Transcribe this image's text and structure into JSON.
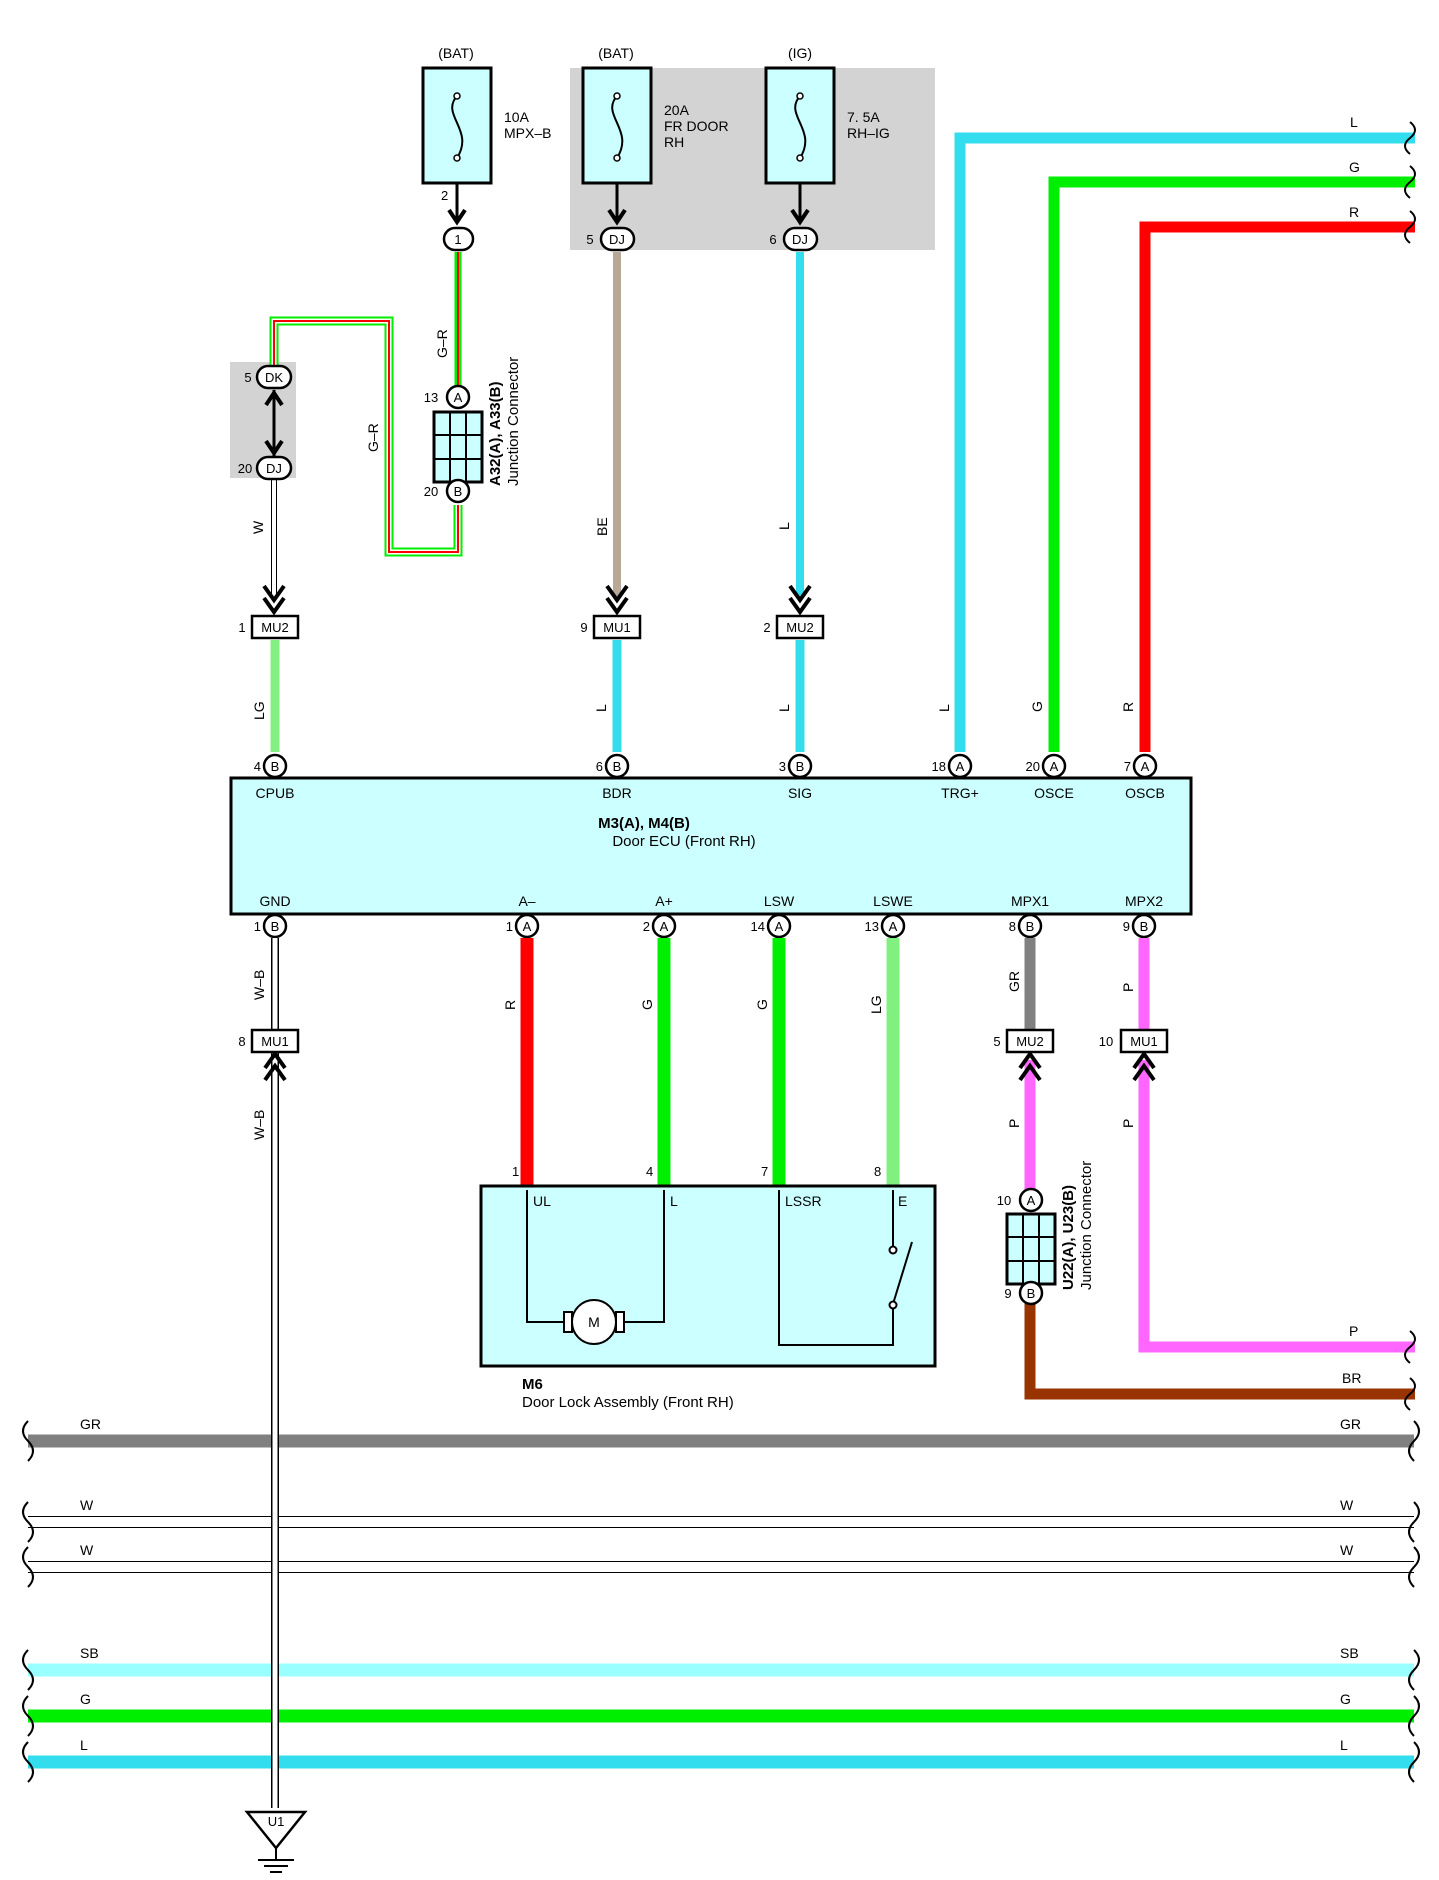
{
  "fuses": {
    "mpxb": {
      "supply": "(BAT)",
      "rating": "10A",
      "name": "MPX–B",
      "pin": "2",
      "conn_pin": "1",
      "conn": "1"
    },
    "frdoor": {
      "supply": "(BAT)",
      "rating": "20A",
      "name1": "FR DOOR",
      "name2": "RH",
      "pin": "5",
      "conn": "DJ"
    },
    "rhig": {
      "supply": "(IG)",
      "rating": "7. 5A",
      "name": "RH–IG",
      "pin": "6",
      "conn": "DJ"
    }
  },
  "junction_a32": {
    "name": "A32(A), A33(B)",
    "desc": "Junction Connector",
    "pin_top": "13",
    "letter_top": "A",
    "pin_bottom": "20",
    "letter_bottom": "B"
  },
  "junction_u22": {
    "name": "U22(A), U23(B)",
    "desc": "Junction Connector",
    "pin_top": "10",
    "letter_top": "A",
    "pin_bottom": "9",
    "letter_bottom": "B"
  },
  "dk_dj": {
    "pin_top": "5",
    "conn_top": "DK",
    "pin_bottom": "20",
    "conn_bottom": "DJ"
  },
  "connectors": {
    "mu2_cpub": {
      "pin": "1",
      "label": "MU2"
    },
    "mu1_bdr": {
      "pin": "9",
      "label": "MU1"
    },
    "mu2_sig": {
      "pin": "2",
      "label": "MU2"
    },
    "mu1_gnd": {
      "pin": "8",
      "label": "MU1"
    },
    "mu2_mpx1": {
      "pin": "5",
      "label": "MU2"
    },
    "mu1_mpx2": {
      "pin": "10",
      "label": "MU1"
    }
  },
  "wire_labels": {
    "gr_a": "G–R",
    "gr_b": "G–R",
    "w": "W",
    "be": "BE",
    "l_sig": "L",
    "lg_cpub": "LG",
    "l_bdr": "L",
    "l_sig2": "L",
    "l_trg": "L",
    "g_osce": "G",
    "r_oscb": "R",
    "wb_1": "W–B",
    "wb_2": "W–B",
    "r_am": "R",
    "g_ap": "G",
    "g_lsw": "G",
    "lg_lswe": "LG",
    "gr_mpx1": "GR",
    "p_mpx2": "P",
    "p_mpx1b": "P",
    "p_mpx2b": "P"
  },
  "ecu": {
    "name": "M3(A), M4(B)",
    "desc": "Door ECU (Front RH)",
    "top_pins": [
      {
        "num": "4",
        "letter": "B",
        "label": "CPUB"
      },
      {
        "num": "6",
        "letter": "B",
        "label": "BDR"
      },
      {
        "num": "3",
        "letter": "B",
        "label": "SIG"
      },
      {
        "num": "18",
        "letter": "A",
        "label": "TRG+"
      },
      {
        "num": "20",
        "letter": "A",
        "label": "OSCE"
      },
      {
        "num": "7",
        "letter": "A",
        "label": "OSCB"
      }
    ],
    "bottom_pins": [
      {
        "num": "1",
        "letter": "B",
        "label": "GND"
      },
      {
        "num": "1",
        "letter": "A",
        "label": "A–"
      },
      {
        "num": "2",
        "letter": "A",
        "label": "A+"
      },
      {
        "num": "14",
        "letter": "A",
        "label": "LSW"
      },
      {
        "num": "13",
        "letter": "A",
        "label": "LSWE"
      },
      {
        "num": "8",
        "letter": "B",
        "label": "MPX1"
      },
      {
        "num": "9",
        "letter": "B",
        "label": "MPX2"
      }
    ]
  },
  "door_lock": {
    "name": "M6",
    "desc": "Door Lock Assembly (Front RH)",
    "pins": [
      "1",
      "4",
      "7",
      "8"
    ],
    "terms": [
      "UL",
      "L",
      "LSSR",
      "E"
    ],
    "motor": "M"
  },
  "right_wires": {
    "l": "L",
    "g": "G",
    "r": "R",
    "p": "P",
    "br": "BR"
  },
  "bus": [
    {
      "label": "GR",
      "color": "#808080"
    },
    {
      "label": "W",
      "color": "#ffffff"
    },
    {
      "label": "W",
      "color": "#ffffff"
    },
    {
      "label": "SB",
      "color": "#99ffff"
    },
    {
      "label": "G",
      "color": "#00ee00"
    },
    {
      "label": "L",
      "color": "#33ddee"
    }
  ],
  "ground": {
    "label": "U1"
  },
  "colors": {
    "cyan": "#33ddee",
    "green": "#00ee00",
    "lightgreen": "#80f080",
    "red": "#ff0000",
    "pink": "#ff66ff",
    "brown": "#993300",
    "beige": "#b8a898",
    "gray": "#808080",
    "box": "#ccffff",
    "shade": "#d3d3d3"
  }
}
